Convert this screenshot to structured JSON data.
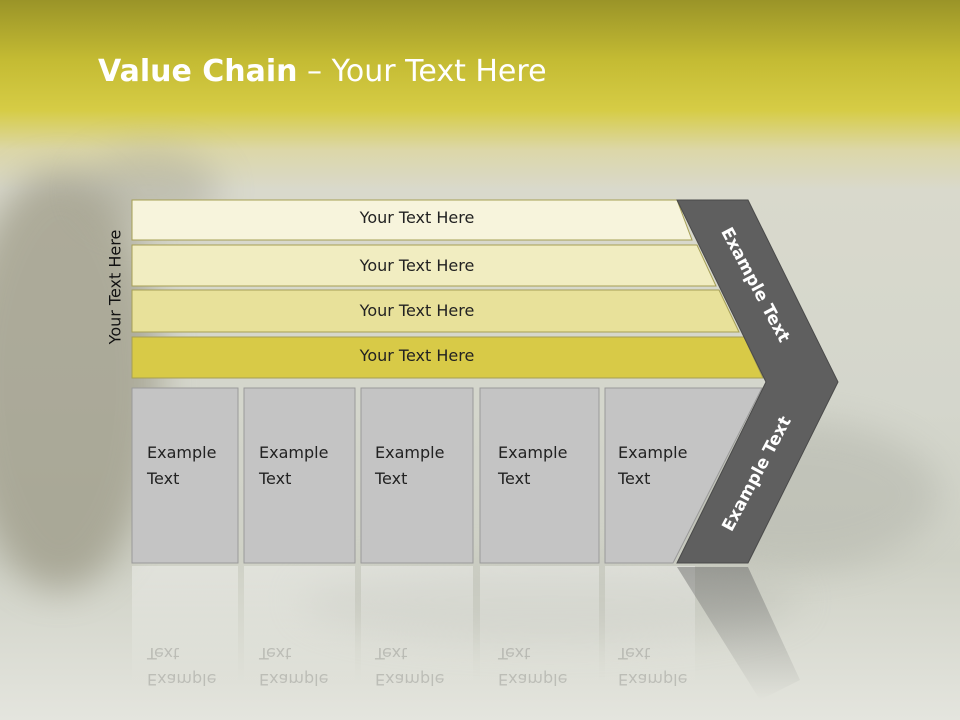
{
  "title": {
    "bold": "Value Chain",
    "rest": " – Your Text Here"
  },
  "side_label": "Your Text Here",
  "bars": [
    {
      "label": "Your Text Here",
      "color": "#f7f4dc"
    },
    {
      "label": "Your Text Here",
      "color": "#f1edc1"
    },
    {
      "label": "Your Text Here",
      "color": "#e8e19a"
    },
    {
      "label": "Your Text Here",
      "color": "#d8ca47"
    }
  ],
  "boxes": [
    {
      "line1": "Example",
      "line2": "Text"
    },
    {
      "line1": "Example",
      "line2": "Text"
    },
    {
      "line1": "Example",
      "line2": "Text"
    },
    {
      "line1": "Example",
      "line2": "Text"
    },
    {
      "line1": "Example",
      "line2": "Text"
    }
  ],
  "chevron": {
    "top_label": "Example Text",
    "bottom_label": "Example Text",
    "color": "#5f5f5f"
  },
  "colors": {
    "box_fill": "#c4c4c4",
    "box_stroke": "#9a9a9a"
  }
}
